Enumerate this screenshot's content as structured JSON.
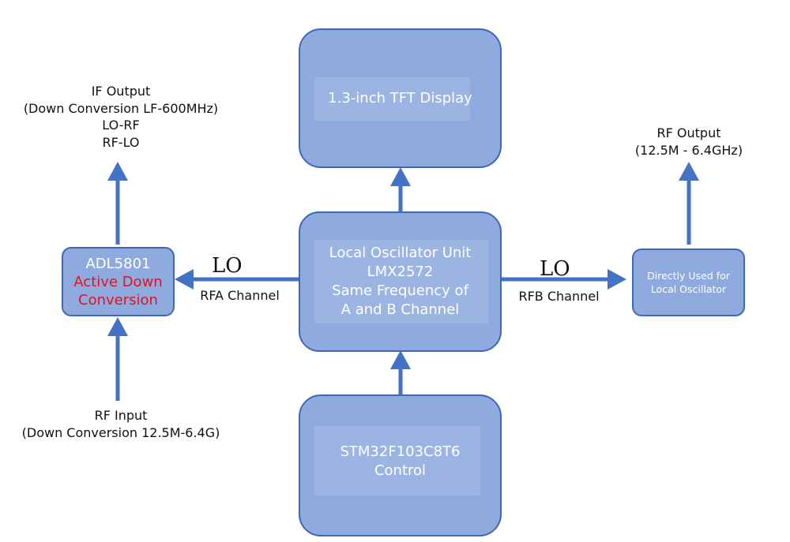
{
  "boxes": {
    "display": {
      "label": "1.3-inch TFT Display"
    },
    "lo_unit": {
      "lines": [
        "Local Oscillator Unit",
        "LMX2572",
        "Same Frequency of",
        "A and B Channel"
      ]
    },
    "mcu": {
      "lines": [
        "STM32F103C8T6",
        "Control"
      ]
    },
    "adl": {
      "title": "ADL5801",
      "red_lines": [
        "Active Down",
        "Conversion"
      ]
    },
    "direct": {
      "lines": [
        "Directly Used for",
        "Local Oscillator"
      ]
    }
  },
  "labels": {
    "if_output": [
      "IF Output",
      "(Down Conversion LF-600MHz)",
      "LO-RF",
      "RF-LO"
    ],
    "rf_output": [
      "RF Output",
      "(12.5M - 6.4GHz)"
    ],
    "rf_input": [
      "RF Input",
      "(Down Conversion 12.5M-6.4G)"
    ],
    "lo_left": "LO",
    "lo_right": "LO",
    "rfa_channel": "RFA Channel",
    "rfb_channel": "RFB Channel"
  },
  "colors": {
    "box_fill": "#8eaadf",
    "box_border": "#3f67b2",
    "arrow": "#4472c4",
    "highlight_text": "#e1131e"
  }
}
